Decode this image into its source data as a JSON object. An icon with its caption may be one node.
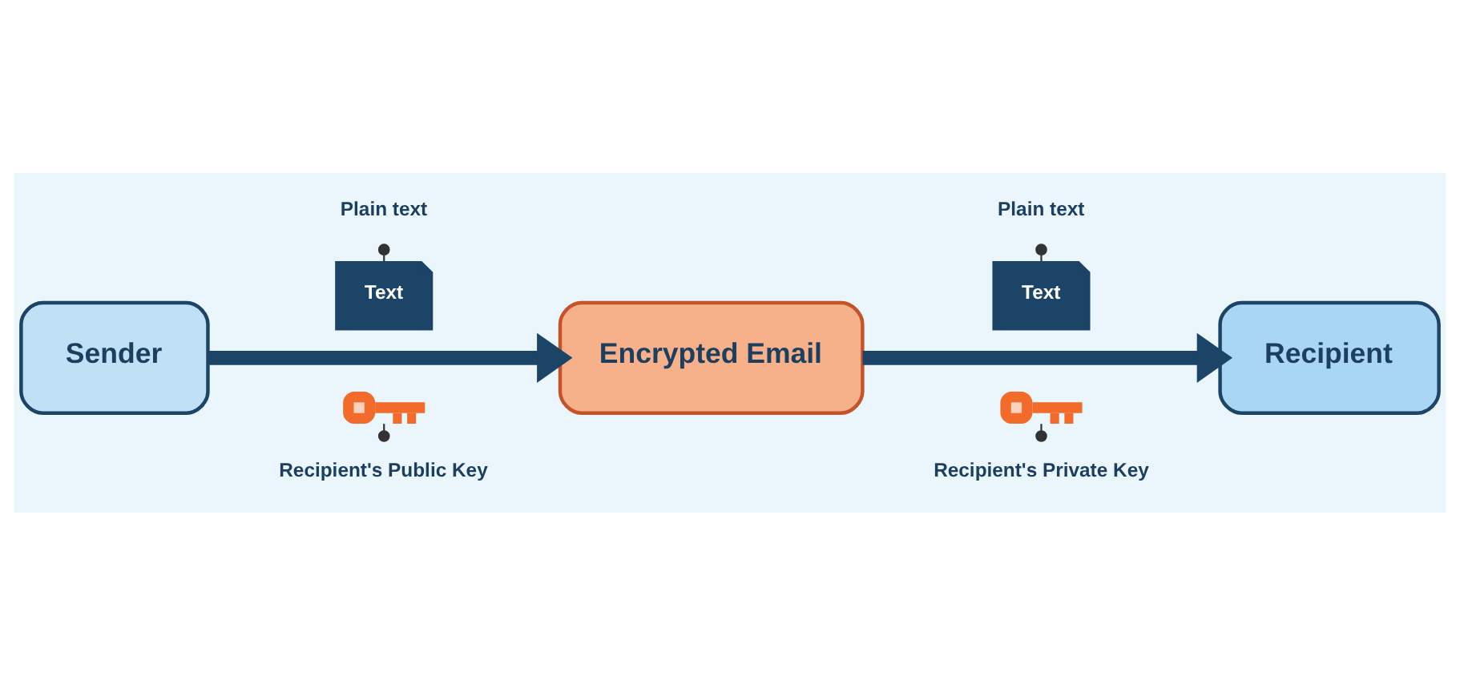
{
  "diagram": {
    "nodes": [
      {
        "text": [
          "Sender"
        ]
      },
      {
        "text": [
          "Plain text"
        ]
      },
      {
        "text": [
          "Text"
        ]
      },
      {
        "text": [],
        "shape": "picture"
      },
      {
        "text": [
          "Recipient's Public Key"
        ]
      },
      {
        "text": [
          "Encrypted Email"
        ]
      },
      {
        "text": [
          "Plain text"
        ]
      },
      {
        "text": [
          "Text"
        ]
      },
      {
        "text": [],
        "shape": "picture"
      },
      {
        "text": [
          "Recipient's Private Key"
        ]
      },
      {
        "text": [
          "Recipient"
        ]
      }
    ],
    "edges": [
      {
        "from": 1,
        "to": 2,
        "arrow": "other"
      },
      {
        "from": 0,
        "to": 5,
        "arrow": "to",
        "style": "thick",
        "color": "#1c4467"
      },
      {
        "from": 4,
        "to": 3,
        "arrow": "other"
      },
      {
        "from": 6,
        "to": 7,
        "arrow": "other"
      },
      {
        "from": 5,
        "to": 10,
        "arrow": "to",
        "style": "thick",
        "color": "#1c4467"
      },
      {
        "from": 9,
        "to": 8,
        "arrow": "other"
      }
    ]
  }
}
